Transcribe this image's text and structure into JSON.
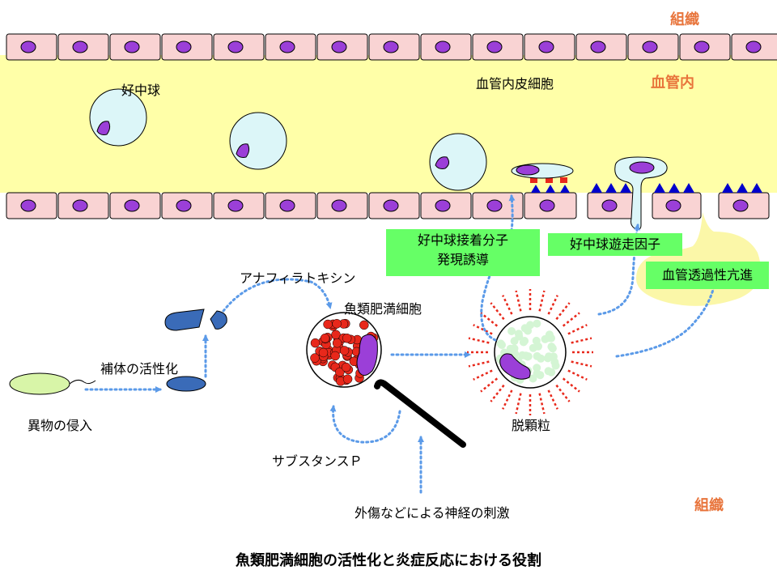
{
  "labels": {
    "tissue_top": "組織",
    "vessel_inside": "血管内",
    "endothelial_cell": "血管内皮細胞",
    "neutrophil": "好中球",
    "adhesion_molecule_line1": "好中球接着分子",
    "adhesion_molecule_line2": "発現誘導",
    "migration_factor": "好中球遊走因子",
    "permeability": "血管透過性亢進",
    "anaphylatoxin": "アナフィラトキシン",
    "mast_cell": "魚類肥満細胞",
    "complement_activation": "補体の活性化",
    "foreign_invasion": "異物の侵入",
    "degranulation": "脱顆粒",
    "substance_p": "サブスタンスＰ",
    "nerve_stimulation": "外傷などによる神経の刺激",
    "tissue_bottom": "組織",
    "caption": "魚類肥満細胞の活性化と炎症反応における役割"
  },
  "colors": {
    "vessel": "#ffffa8",
    "endothelial": "#f9d3d3",
    "nucleus": "#9b3fd8",
    "neutrophil": "#dcf6f8",
    "granule_red": "#e8281b",
    "granule_green": "#d4f5d4",
    "arrow": "#5b9ae8",
    "green_box": "#66ff66",
    "accent_text": "#e8743b",
    "complement": "#3a6bb8",
    "pathogen": "#d8f5a8",
    "receptor": "#0000cc"
  }
}
